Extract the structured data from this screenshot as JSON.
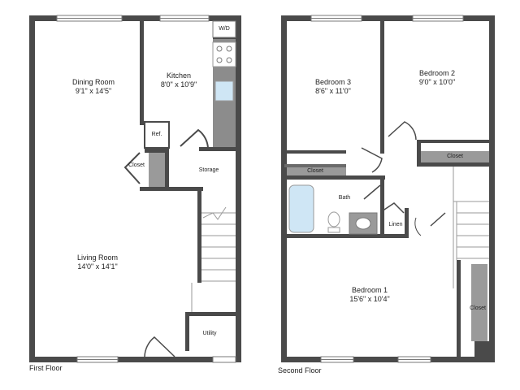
{
  "first_floor": {
    "caption": "First Floor",
    "rooms": {
      "dining": {
        "name": "Dining Room",
        "dims": "9'1\" x 14'5\""
      },
      "kitchen": {
        "name": "Kitchen",
        "dims": "8'0\" x 10'9\""
      },
      "living": {
        "name": "Living Room",
        "dims": "14'0\" x 14'1\""
      }
    },
    "labels": {
      "wd": "W/D",
      "ref": "Ref.",
      "closet": "Closet",
      "storage": "Storage",
      "utility": "Utility"
    }
  },
  "second_floor": {
    "caption": "Second Floor",
    "rooms": {
      "bedroom3": {
        "name": "Bedroom 3",
        "dims": "8'6\" x 11'0\""
      },
      "bedroom2": {
        "name": "Bedroom 2",
        "dims": "9'0\" x 10'0\""
      },
      "bedroom1": {
        "name": "Bedroom 1",
        "dims": "15'6\" x 10'4\""
      }
    },
    "labels": {
      "closet_b3": "Closet",
      "closet_b2": "Closet",
      "closet_b1": "Closet",
      "bath": "Bath",
      "linen": "Linen"
    }
  },
  "colors": {
    "wall": "#4a4a4a",
    "fixture": "#9a9a9a",
    "tub": "#cfe6f5",
    "floor": "#ffffff"
  }
}
